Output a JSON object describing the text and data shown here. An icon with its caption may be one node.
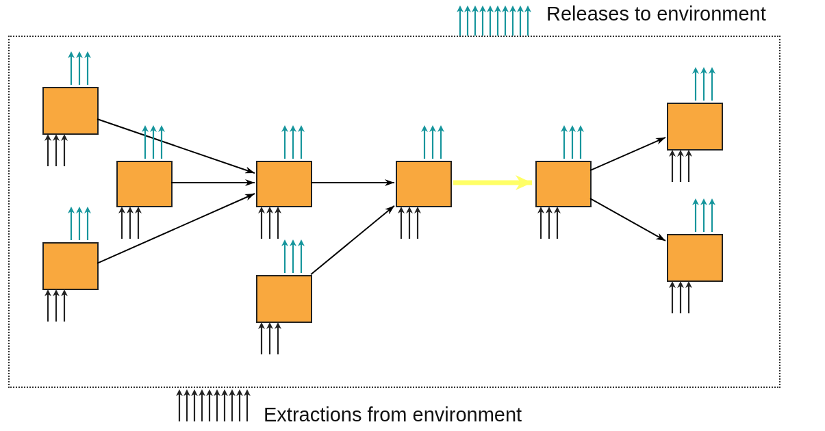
{
  "diagram": {
    "nodes": [
      {
        "text": [],
        "shape": "box"
      },
      {
        "text": [],
        "shape": "box",
        "in": 0
      },
      {
        "text": [],
        "shape": "box",
        "in": 0
      },
      {
        "text": [],
        "shape": "box",
        "in": 0
      },
      {
        "text": [],
        "shape": "box",
        "in": 0
      },
      {
        "text": [],
        "shape": "box",
        "in": 0
      },
      {
        "text": [],
        "shape": "box",
        "in": 0
      },
      {
        "text": [],
        "shape": "box",
        "in": 0
      },
      {
        "text": [],
        "shape": "box",
        "in": 0
      },
      {
        "text": [],
        "shape": "box",
        "in": 0
      }
    ],
    "edges": [
      {
        "from": 1,
        "to": 4,
        "arrow": "to"
      },
      {
        "from": 3,
        "to": 4,
        "arrow": "to"
      },
      {
        "from": 2,
        "to": 4,
        "arrow": "to"
      },
      {
        "from": 4,
        "to": 6,
        "arrow": "to"
      },
      {
        "from": 5,
        "to": 6,
        "arrow": "to"
      },
      {
        "from": 6,
        "to": 7,
        "arrow": "to",
        "style": "thick",
        "color": "#ffff66"
      },
      {
        "from": 7,
        "to": 8,
        "arrow": "to"
      },
      {
        "from": 7,
        "to": 9,
        "arrow": "to"
      }
    ],
    "labels": [
      "Releases to environment",
      "Extractions from environment"
    ]
  }
}
